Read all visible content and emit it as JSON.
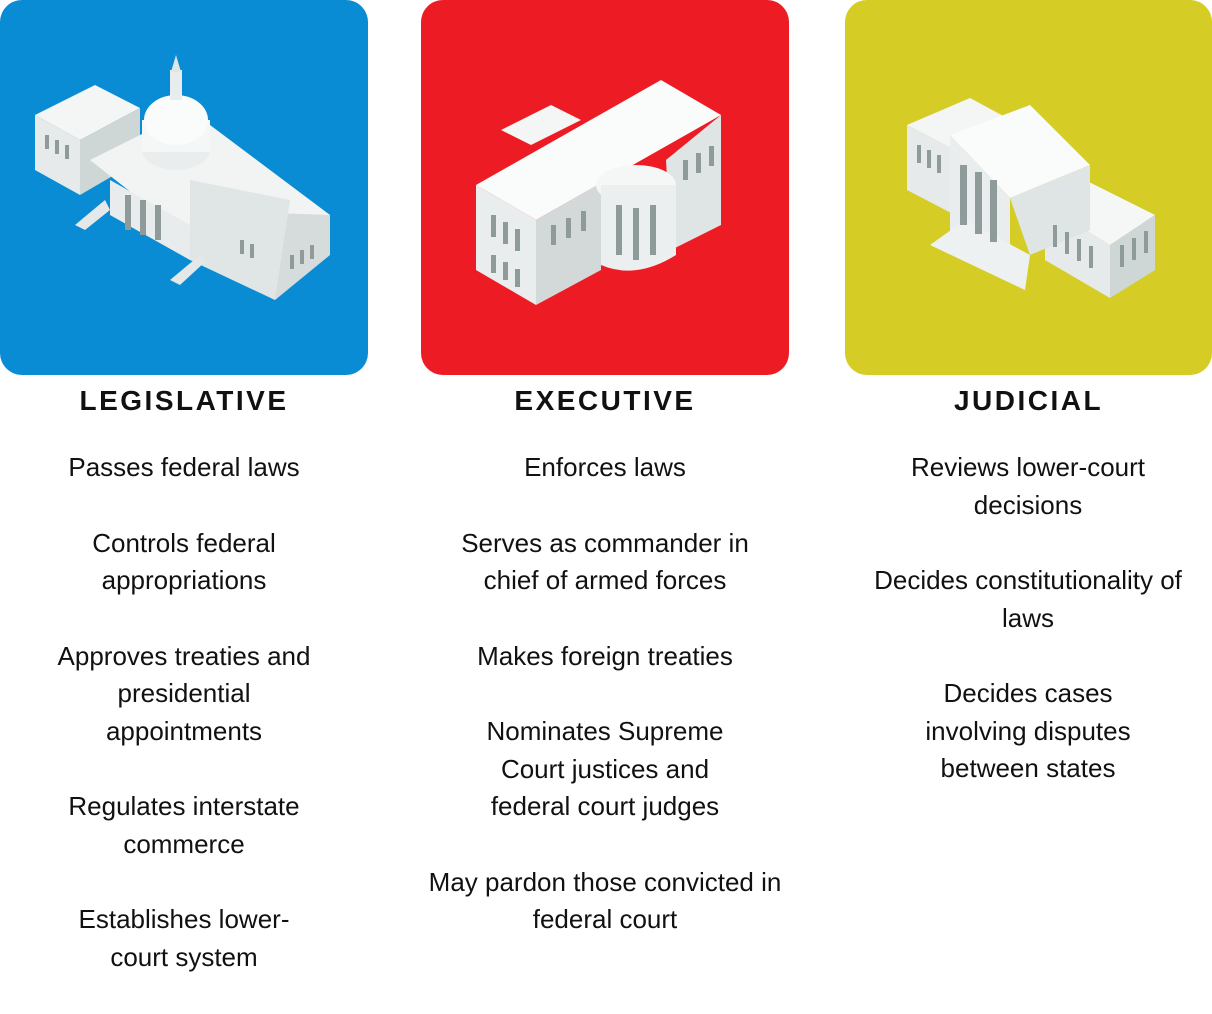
{
  "colors": {
    "legislative": "#0a8cd4",
    "executive": "#ed1c24",
    "judicial": "#d5cd26"
  },
  "branches": [
    {
      "title": "LEGISLATIVE",
      "icon": "capitol-building-icon",
      "items": [
        "Passes federal laws",
        "Controls federal appropriations",
        "Approves treaties and presidential appointments",
        "Regulates interstate commerce",
        "Establishes lower-court system"
      ]
    },
    {
      "title": "EXECUTIVE",
      "icon": "white-house-icon",
      "items": [
        "Enforces laws",
        "Serves as commander in chief of armed forces",
        "Makes foreign treaties",
        "Nominates Supreme Court justices and federal court judges",
        "May pardon those convicted in federal court"
      ]
    },
    {
      "title": "JUDICIAL",
      "icon": "supreme-court-icon",
      "items": [
        "Reviews lower-court decisions",
        "Decides constitutionality of laws",
        "Decides cases involving disputes between states"
      ]
    }
  ]
}
